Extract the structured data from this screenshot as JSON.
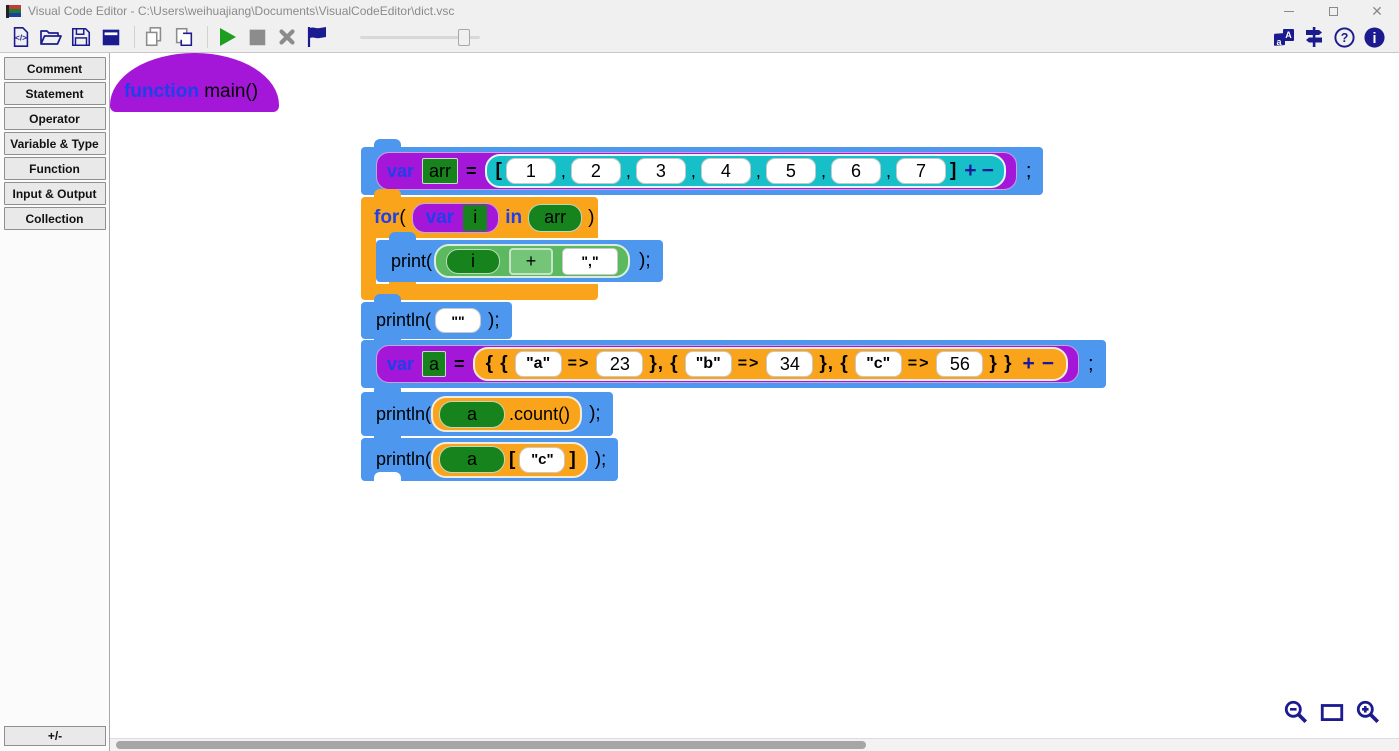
{
  "window": {
    "title": "Visual Code Editor - C:\\Users\\weihuajiang\\Documents\\VisualCodeEditor\\dict.vsc"
  },
  "titlebar": {
    "minimize_icon": "minimize",
    "maximize_icon": "maximize",
    "close_glyph": "✕"
  },
  "toolbar": {
    "icons": [
      "new-code-file",
      "open-folder",
      "save",
      "archive",
      "copy",
      "paste",
      "run",
      "stop",
      "delete",
      "flag",
      "zoom-slider",
      "translate",
      "signpost-settings",
      "help",
      "about"
    ]
  },
  "sidebar": {
    "items": [
      "Comment",
      "Statement",
      "Operator",
      "Variable & Type",
      "Function",
      "Input & Output",
      "Collection"
    ],
    "plus_minus": "+/-"
  },
  "blocks": {
    "hat": {
      "keyword": "function",
      "name": "main()"
    },
    "var_arr": {
      "keyword": "var",
      "name": "arr",
      "equals": "=",
      "open": "[",
      "close": "]",
      "comma": ",",
      "values": [
        "1",
        "2",
        "3",
        "4",
        "5",
        "6",
        "7"
      ],
      "plus": "+",
      "minus": "−",
      "semicolon": ";"
    },
    "for_loop": {
      "keyword": "for",
      "open": "(",
      "var_kw": "var",
      "var_name": "i",
      "in_kw": "in",
      "list_name": "arr",
      "close": ")"
    },
    "print": {
      "label": "print(",
      "arg": "i",
      "op": "+",
      "str": "\",\"",
      "end": ");"
    },
    "println_empty": {
      "label": "println(",
      "value": "\"\"",
      "end": ");"
    },
    "var_a": {
      "keyword": "var",
      "name": "a",
      "equals": "=",
      "open": "{ {",
      "between": "}, {",
      "close": "} }",
      "arrow": "=>",
      "entries": [
        {
          "key": "\"a\"",
          "value": "23"
        },
        {
          "key": "\"b\"",
          "value": "34"
        },
        {
          "key": "\"c\"",
          "value": "56"
        }
      ],
      "plus": "+",
      "minus": "−",
      "semicolon": ";"
    },
    "println_count": {
      "label": "println(",
      "obj": "a",
      "method": ".count()",
      "end": ");"
    },
    "println_index": {
      "label": "println(",
      "obj": "a",
      "open": "[",
      "key": "\"c\"",
      "close": "]",
      "end": ");"
    }
  },
  "colors": {
    "statement_blue": "#4e97ee",
    "function_purple": "#a517d8",
    "loop_orange": "#f9a41b",
    "list_teal": "#17c0c9",
    "variable_green": "#17831d",
    "expr_green": "#5cb95f",
    "keyword_blue": "#1f3fe8",
    "navy_icon": "#1b1b8f",
    "canvas_white": "#ffffff"
  }
}
